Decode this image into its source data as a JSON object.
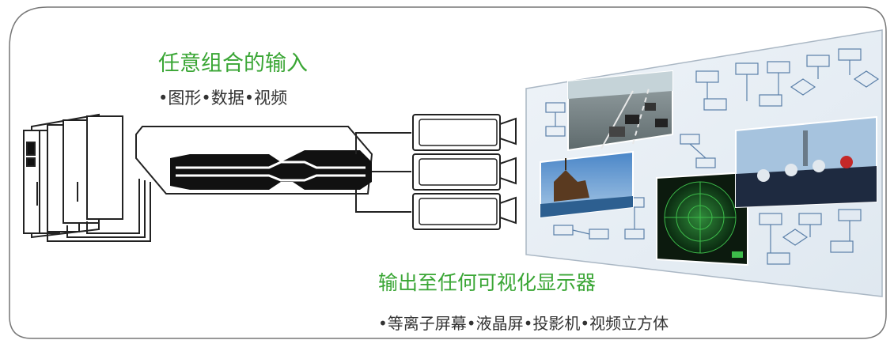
{
  "input": {
    "title": "任意组合的输入",
    "subtitle": "•图形•数据•视频"
  },
  "output": {
    "title": "输出至任何可视化显示器",
    "subtitle": "•等离子屏幕•液晶屏•投影机•视频立方体"
  },
  "colors": {
    "accent_green": "#3aa635",
    "text": "#333333",
    "outline": "#777777"
  },
  "icons": [
    "server-rack-icon",
    "video-processor-icon",
    "projector-icon",
    "video-wall-icon"
  ]
}
